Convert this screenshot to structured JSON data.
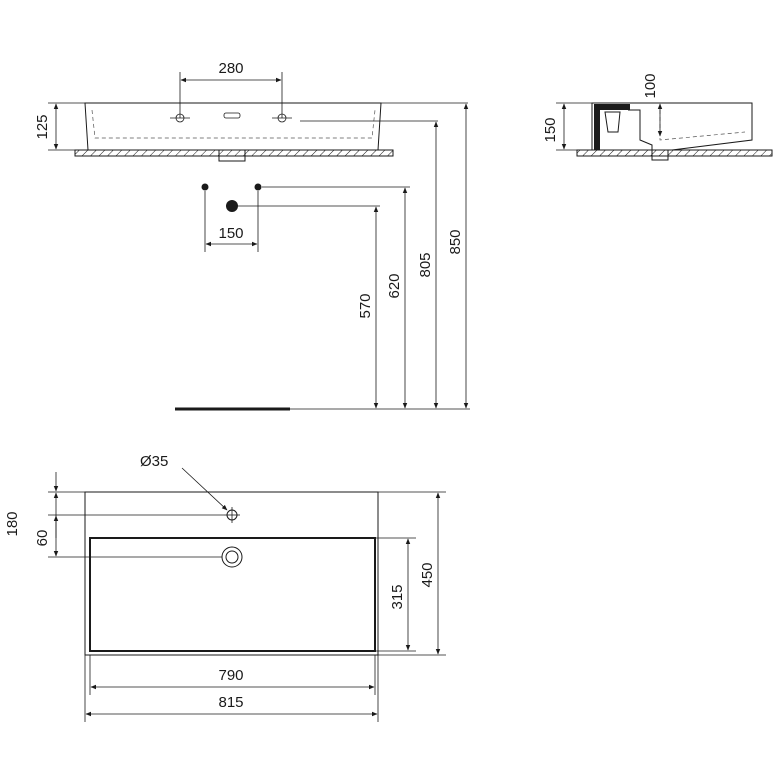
{
  "dimensions": {
    "front_tap_spacing": "280",
    "front_height": "125",
    "side_inner": "100",
    "side_height": "150",
    "supply_spacing": "150",
    "waste_height": "570",
    "supply_height": "620",
    "rim_height": "805",
    "total_height": "850",
    "tap_hole_diameter": "Ø35",
    "top_tap_offset": "180",
    "top_waste_offset": "60",
    "top_bowl_depth": "315",
    "top_total_depth": "450",
    "top_inner_width": "790",
    "top_total_width": "815"
  },
  "colors": {
    "line": "#1a1a1a",
    "floor_fill": "#bdbdbd"
  }
}
